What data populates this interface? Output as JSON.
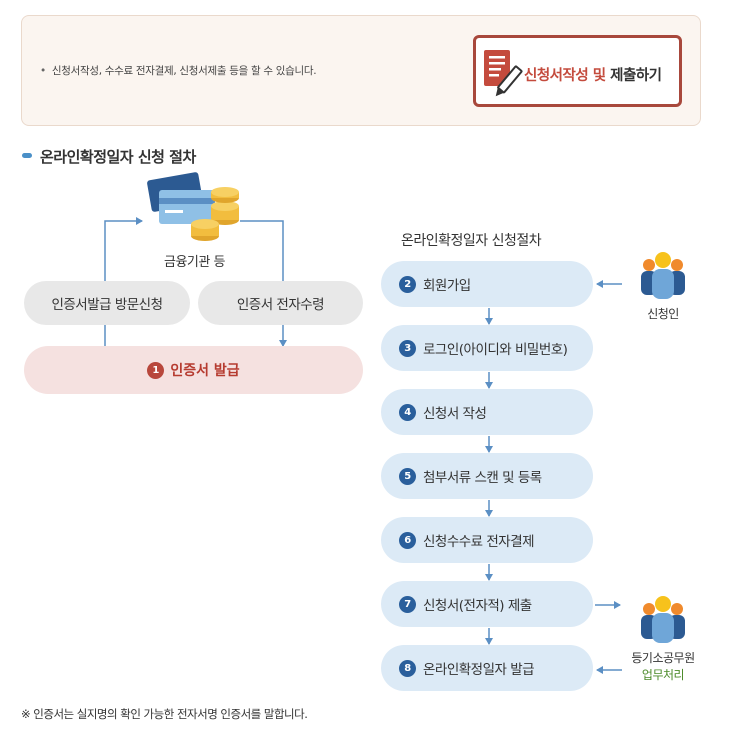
{
  "notice": {
    "text": "신청서작성, 수수료 전자결제, 신청서제출 등을 할 수 있습니다.",
    "button_label_part1": "신청서작성 및 ",
    "button_label_part2": "제출하기"
  },
  "section_title": "온라인확정일자 신청 절차",
  "left_flow": {
    "institution_label": "금융기관 등",
    "visit_apply": "인증서발급 방문신청",
    "electronic_receive": "인증서 전자수령",
    "issue": {
      "num": "1",
      "label": "인증서 발급"
    }
  },
  "right_flow": {
    "title": "온라인확정일자 신청절차",
    "steps": [
      {
        "num": "2",
        "label": "회원가입"
      },
      {
        "num": "3",
        "label": "로그인(아이디와 비밀번호)"
      },
      {
        "num": "4",
        "label": "신청서 작성"
      },
      {
        "num": "5",
        "label": "첨부서류 스캔 및 등록"
      },
      {
        "num": "6",
        "label": "신청수수료 전자결제"
      },
      {
        "num": "7",
        "label": "신청서(전자적) 제출"
      },
      {
        "num": "8",
        "label": "온라인확정일자 발급"
      }
    ]
  },
  "actors": {
    "applicant": "신청인",
    "official_line1": "등기소공무원",
    "official_line2": "업무처리"
  },
  "footnote": "※ 인증서는 실지명의 확인 가능한 전자서명 인증서를 말합니다.",
  "colors": {
    "accent_red": "#b8473c",
    "step_blue": "#2a5f9c",
    "step_bg": "#dceaf6",
    "arrow": "#5b8fc4"
  }
}
